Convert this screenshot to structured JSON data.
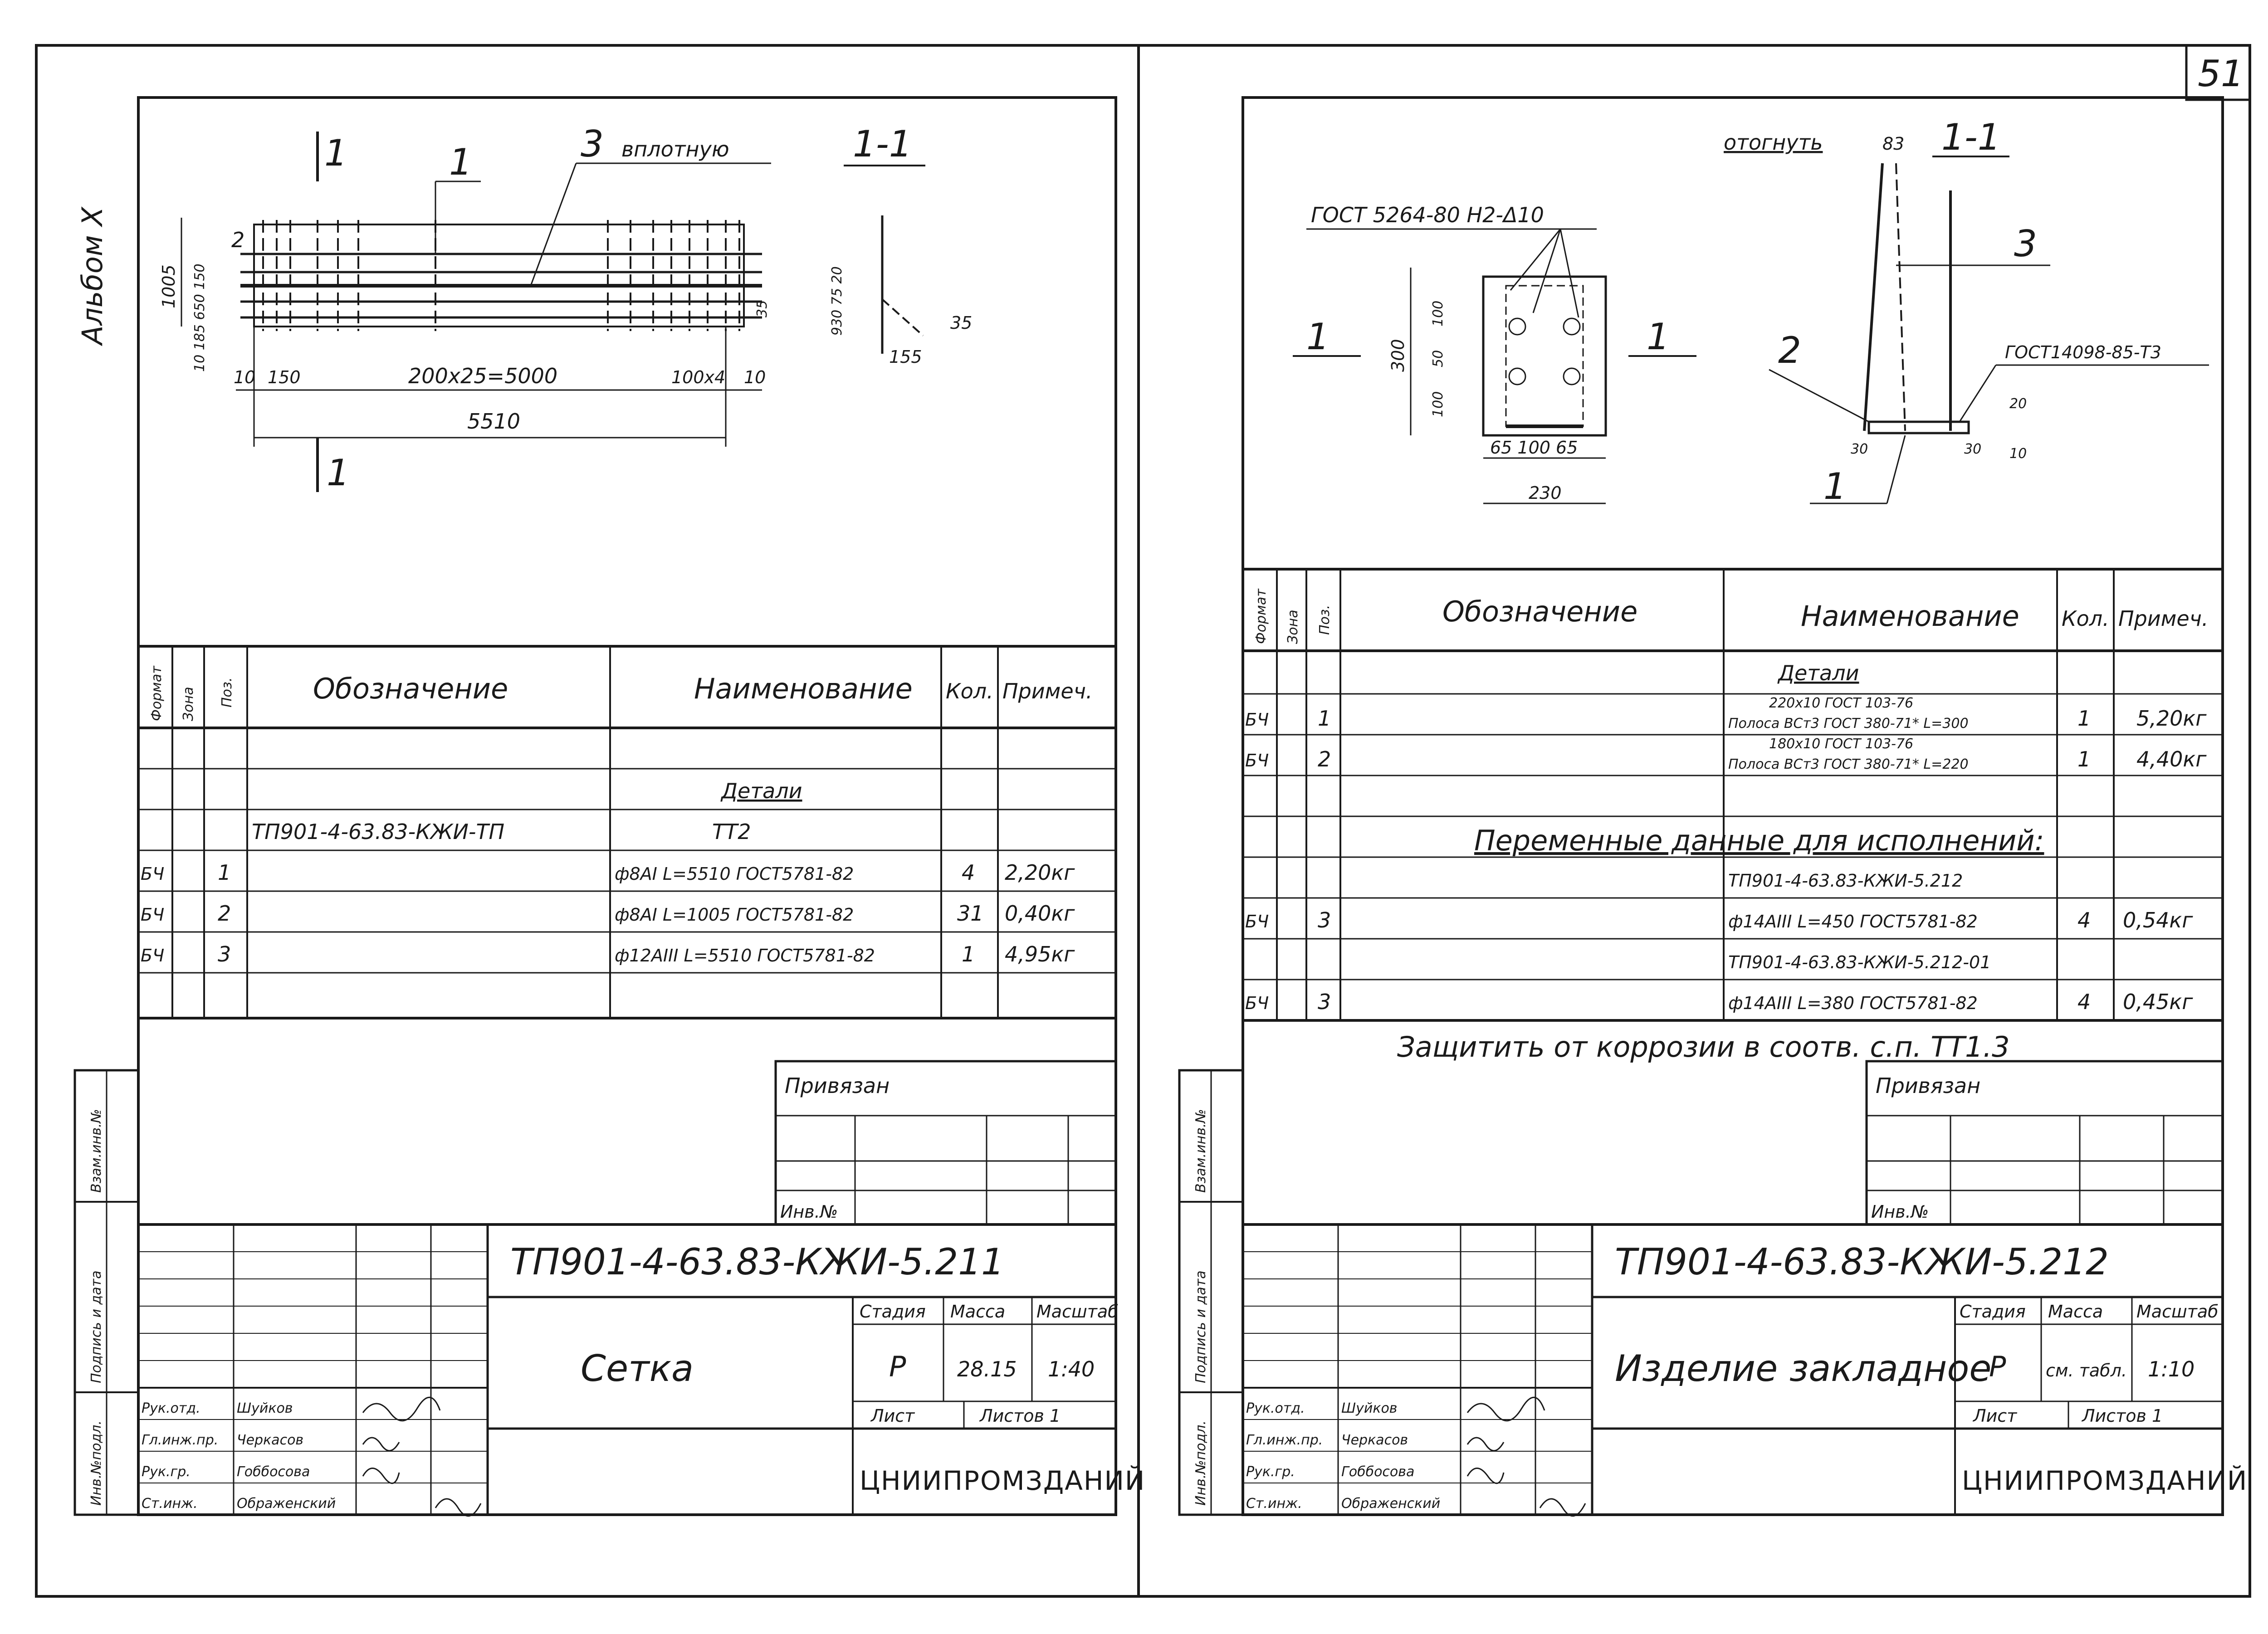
{
  "page_number": "51",
  "left_sheet": {
    "side_label": "Альбом Х",
    "drawing": {
      "view_label_1": "1",
      "view_label_1_bottom": "1",
      "section_label": "1-1",
      "callout_1": "1",
      "callout_3": "3",
      "callout_note": "вплотную",
      "dims": {
        "pitch": "200x25=5000",
        "end_spacing": "100x4",
        "total_length": "5510",
        "left_end": "10",
        "left_gap": "150",
        "right_end": "10",
        "height": "1005",
        "h_parts": "10 185 650 150",
        "h_2": "2",
        "sec_h": "930 75 20",
        "sec_w": "35",
        "sec_r": "35",
        "sec_b": "155"
      }
    },
    "spec": {
      "headers": [
        "Формат",
        "Зона",
        "Поз.",
        "Обозначение",
        "Наименование",
        "Кол.",
        "Примеч."
      ],
      "section_title": "Детали",
      "doc_ref": "ТП901-4-63.83-КЖИ-ТП",
      "doc_name": "ТТ2",
      "rows": [
        {
          "fmt": "БЧ",
          "pos": "1",
          "name": "ф8АI L=5510 ГОСТ5781-82",
          "qty": "4",
          "note": "2,20кг"
        },
        {
          "fmt": "БЧ",
          "pos": "2",
          "name": "ф8АI L=1005 ГОСТ5781-82",
          "qty": "31",
          "note": "0,40кг"
        },
        {
          "fmt": "БЧ",
          "pos": "3",
          "name": "ф12АIII L=5510 ГОСТ5781-82",
          "qty": "1",
          "note": "4,95кг"
        }
      ]
    },
    "binding": {
      "label": "Привязан",
      "inv_label": "Инв.№"
    },
    "side_stamps": [
      "Взам.инв.№",
      "Подпись и дата",
      "Инв.№подл."
    ],
    "title_block": {
      "doc_number": "ТП901-4-63.83-КЖИ-5.211",
      "item_name": "Сетка",
      "col_stage": "Стадия",
      "col_mass": "Масса",
      "col_scale": "Масштаб",
      "stage": "Р",
      "mass": "28.15",
      "scale": "1:40",
      "sheet_label": "Лист",
      "sheets_label": "Листов 1",
      "org": "ЦНИИПРОМЗДАНИЙ",
      "people": [
        {
          "role": "Рук.отд.",
          "name": "Шуйков"
        },
        {
          "role": "Гл.инж.пр.",
          "name": "Черкасов"
        },
        {
          "role": "Рук.гр.",
          "name": "Гоббосова"
        },
        {
          "role": "Ст.инж.",
          "name": "Ображенский"
        }
      ]
    }
  },
  "right_sheet": {
    "drawing": {
      "gost_top": "ГОСТ 5264-80 Н2-Δ10",
      "cut_left": "1",
      "cut_right": "1",
      "section_label": "1-1",
      "bend_note": "отогнуть",
      "bend_angle": "83",
      "callout_3": "3",
      "callout_2": "2",
      "callout_1": "1",
      "gost_weld": "ГОСТ14098-85-Т3",
      "dims": {
        "h_total": "300",
        "h_a": "100",
        "h_b": "50",
        "h_c": "100",
        "w_parts": "65 100 65",
        "w_total": "230",
        "sec_a": "30",
        "sec_b": "20",
        "sec_c": "30",
        "sec_d": "10"
      }
    },
    "spec": {
      "headers": [
        "Формат",
        "Зона",
        "Поз.",
        "Обозначение",
        "Наименование",
        "Кол.",
        "Примеч."
      ],
      "section_title": "Детали",
      "rows": [
        {
          "fmt": "БЧ",
          "pos": "1",
          "name_top": "220x10 ГОСТ 103-76",
          "name_bottom": "Полоса ВСт3 ГОСТ 380-71* L=300",
          "qty": "1",
          "note": "5,20кг"
        },
        {
          "fmt": "БЧ",
          "pos": "2",
          "name_top": "180x10 ГОСТ 103-76",
          "name_bottom": "Полоса ВСт3 ГОСТ 380-71* L=220",
          "qty": "1",
          "note": "4,40кг"
        }
      ],
      "variants_title": "Переменные данные для исполнений:",
      "variants": [
        {
          "doc": "ТП901-4-63.83-КЖИ-5.212",
          "fmt": "БЧ",
          "pos": "3",
          "name": "ф14АIII L=450 ГОСТ5781-82",
          "qty": "4",
          "note": "0,54кг"
        },
        {
          "doc": "ТП901-4-63.83-КЖИ-5.212-01",
          "fmt": "БЧ",
          "pos": "3",
          "name": "ф14АIII L=380 ГОСТ5781-82",
          "qty": "4",
          "note": "0,45кг"
        }
      ]
    },
    "corrosion_note": "Защитить от коррозии в соотв. с.п. ТТ1.3",
    "binding": {
      "label": "Привязан",
      "inv_label": "Инв.№"
    },
    "side_stamps": [
      "Взам.инв.№",
      "Подпись и дата",
      "Инв.№подл."
    ],
    "title_block": {
      "doc_number": "ТП901-4-63.83-КЖИ-5.212",
      "item_name": "Изделие закладное",
      "col_stage": "Стадия",
      "col_mass": "Масса",
      "col_scale": "Масштаб",
      "stage": "Р",
      "mass": "см. табл.",
      "scale": "1:10",
      "sheet_label": "Лист",
      "sheets_label": "Листов 1",
      "org": "ЦНИИПРОМЗДАНИЙ",
      "people": [
        {
          "role": "Рук.отд.",
          "name": "Шуйков"
        },
        {
          "role": "Гл.инж.пр.",
          "name": "Черкасов"
        },
        {
          "role": "Рук.гр.",
          "name": "Гоббосова"
        },
        {
          "role": "Ст.инж.",
          "name": "Ображенский"
        }
      ]
    }
  }
}
